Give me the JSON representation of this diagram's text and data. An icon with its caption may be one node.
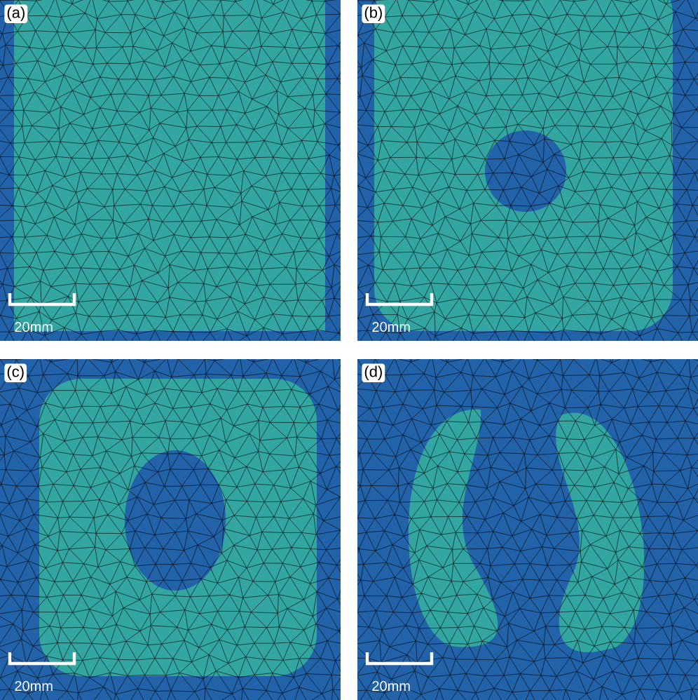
{
  "diagram": {
    "labels": [
      "(a)",
      "(b)",
      "20mm",
      "20mm",
      "(c)",
      "(d)",
      "20mm",
      "20mm"
    ]
  }
}
